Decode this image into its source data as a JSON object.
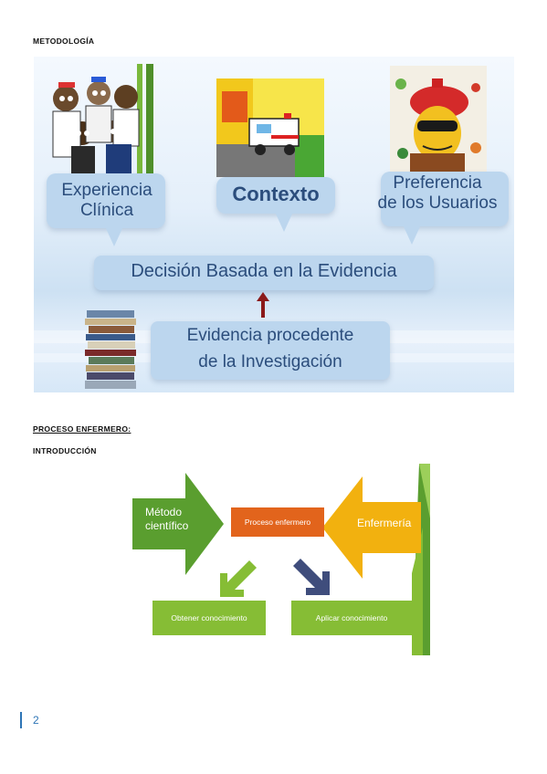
{
  "headings": {
    "metodologia": "METODOLOGÍA",
    "proceso": "PROCESO ENFERMERO:",
    "introduccion": "INTRODUCCIÓN"
  },
  "figure1": {
    "experiencia_line1": "Experiencia",
    "experiencia_line2": "Clínica",
    "contexto": "Contexto",
    "preferencia_line1": "Preferencia",
    "preferencia_line2": "de los Usuarios",
    "decision": "Decisión Basada en la Evidencia",
    "evidencia_line1": "Evidencia procedente",
    "evidencia_line2": "de la Investigación"
  },
  "figure2": {
    "metodo_line1": "Método",
    "metodo_line2": "científico",
    "proceso": "Proceso enfermero",
    "enfermeria": "Enfermería",
    "obtener": "Obtener conocimiento",
    "aplicar": "Aplicar conocimiento"
  },
  "footer": {
    "page_number": "2"
  },
  "colors": {
    "green": "#5a9e2f",
    "light_green": "#86bd35",
    "orange": "#e2641c",
    "yellow": "#f2b10f",
    "navy": "#3f4d7c",
    "bubble_blue": "#bcd6ee",
    "text_blue": "#2b4d7c",
    "page_blue": "#2e75b6"
  }
}
